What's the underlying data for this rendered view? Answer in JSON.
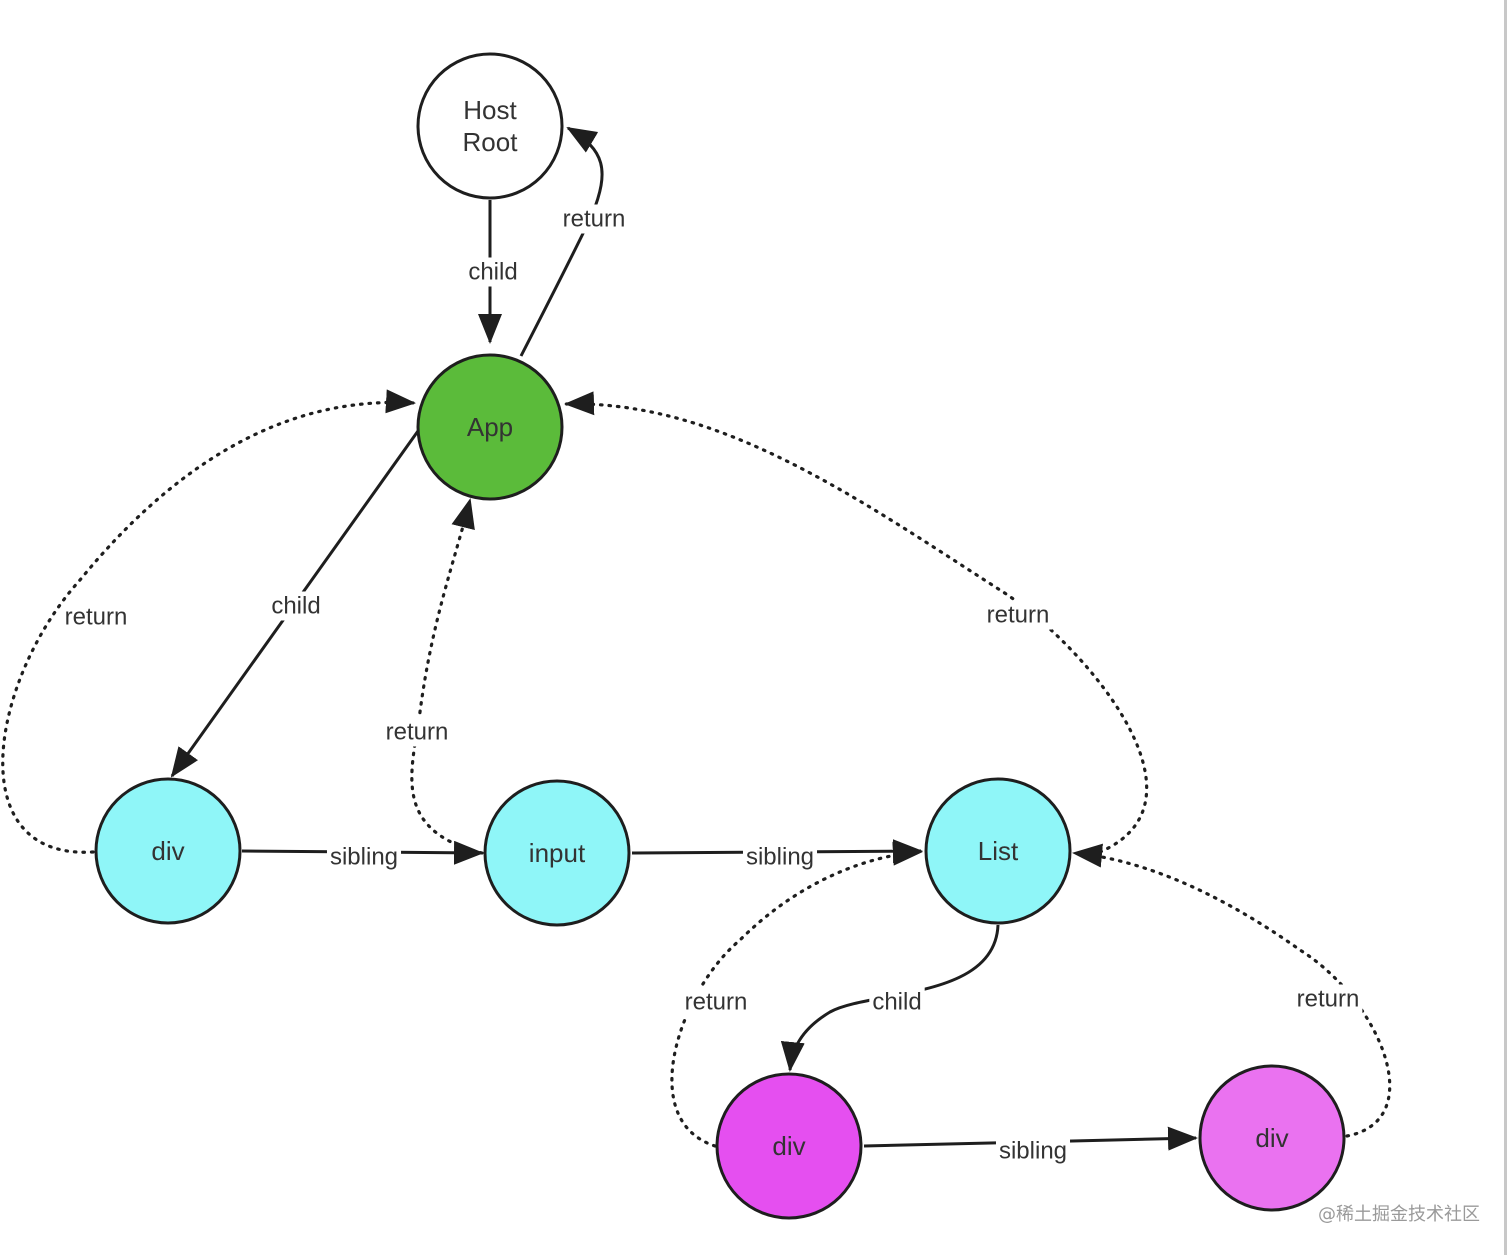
{
  "nodes": [
    {
      "id": "host-root",
      "lines": [
        "Host",
        "Root"
      ],
      "fill": "#ffffff"
    },
    {
      "id": "app",
      "lines": [
        "App"
      ],
      "fill": "#5bbb3a"
    },
    {
      "id": "div",
      "lines": [
        "div"
      ],
      "fill": "#8ff6f8"
    },
    {
      "id": "input",
      "lines": [
        "input"
      ],
      "fill": "#8ff6f8"
    },
    {
      "id": "list",
      "lines": [
        "List"
      ],
      "fill": "#8ff6f8"
    },
    {
      "id": "list-div-1",
      "lines": [
        "div"
      ],
      "fill": "#e54ff0"
    },
    {
      "id": "list-div-2",
      "lines": [
        "div"
      ],
      "fill": "#ea72f0"
    }
  ],
  "edges": [
    {
      "id": "hostroot-app-child",
      "from": "host-root",
      "to": "app",
      "label": "child",
      "style": "solid"
    },
    {
      "id": "app-hostroot-return",
      "from": "app",
      "to": "host-root",
      "label": "return",
      "style": "solid"
    },
    {
      "id": "app-div-child",
      "from": "app",
      "to": "div",
      "label": "child",
      "style": "solid"
    },
    {
      "id": "div-app-return",
      "from": "div",
      "to": "app",
      "label": "return",
      "style": "dotted"
    },
    {
      "id": "input-app-return",
      "from": "input",
      "to": "app",
      "label": "return",
      "style": "dotted"
    },
    {
      "id": "list-app-return",
      "from": "list",
      "to": "app",
      "label": "return",
      "style": "dotted"
    },
    {
      "id": "div-input-sibling",
      "from": "div",
      "to": "input",
      "label": "sibling",
      "style": "solid"
    },
    {
      "id": "input-list-sibling",
      "from": "input",
      "to": "list",
      "label": "sibling",
      "style": "solid"
    },
    {
      "id": "list-listdiv1-child",
      "from": "list",
      "to": "list-div-1",
      "label": "child",
      "style": "solid"
    },
    {
      "id": "listdiv1-list-return",
      "from": "list-div-1",
      "to": "list",
      "label": "return",
      "style": "dotted"
    },
    {
      "id": "listdiv1-listdiv2-sibling",
      "from": "list-div-1",
      "to": "list-div-2",
      "label": "sibling",
      "style": "solid"
    },
    {
      "id": "listdiv2-list-return",
      "from": "list-div-2",
      "to": "list",
      "label": "return",
      "style": "dotted"
    }
  ],
  "watermark": "@稀土掘金技术社区"
}
